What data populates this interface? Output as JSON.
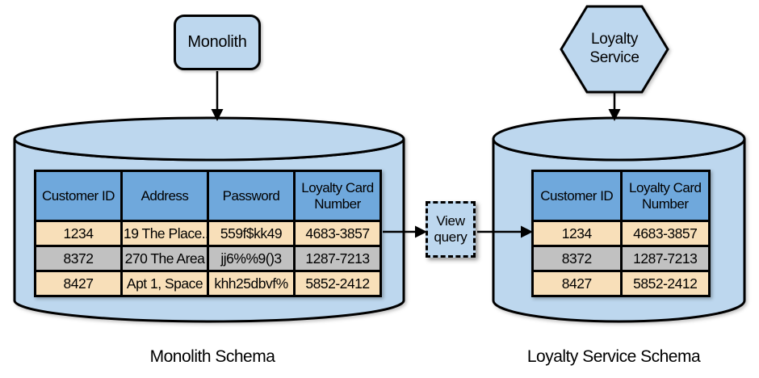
{
  "shapes": {
    "monolith_box_label": "Monolith",
    "loyalty_service_label": "Loyalty Service",
    "view_query_label": "View query"
  },
  "left_schema": {
    "caption": "Monolith Schema",
    "headers": [
      "Customer ID",
      "Address",
      "Password",
      "Loyalty Card Number"
    ],
    "rows": [
      [
        "1234",
        "19 The Place...",
        "559f$kk49",
        "4683-3857"
      ],
      [
        "8372",
        "270 The Area",
        "jj6%%9()3",
        "1287-7213"
      ],
      [
        "8427",
        "Apt 1, Space",
        "khh25dbvf%",
        "5852-2412"
      ]
    ]
  },
  "right_schema": {
    "caption": "Loyalty Service Schema",
    "headers": [
      "Customer ID",
      "Loyalty Card Number"
    ],
    "rows": [
      [
        "1234",
        "4683-3857"
      ],
      [
        "8372",
        "1287-7213"
      ],
      [
        "8427",
        "5852-2412"
      ]
    ]
  },
  "colors": {
    "shape_fill": "#BDD7EE",
    "table_header_blue": "#6FA8DC",
    "row_tan": "#F8DFB9",
    "row_gray": "#C1C1C1",
    "border_black": "#000000"
  }
}
